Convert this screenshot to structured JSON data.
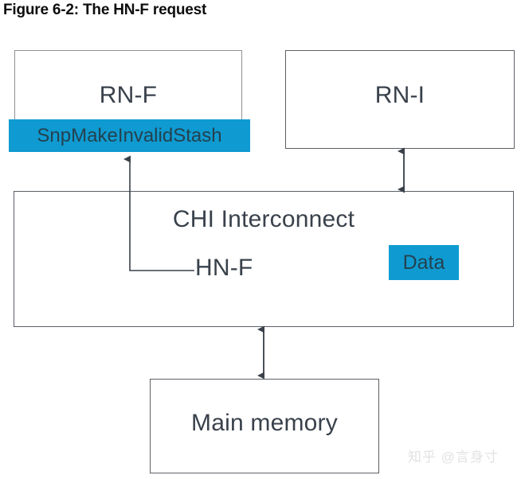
{
  "figure": {
    "title": "Figure 6-2: The HN-F request"
  },
  "nodes": {
    "rn_f": "RN-F",
    "rn_i": "RN-I",
    "chi_interconnect": "CHI Interconnect",
    "hn_f": "HN-F",
    "main_memory": "Main memory"
  },
  "highlights": {
    "snoop_message": "SnpMakeInvalidStash",
    "data_message": "Data"
  },
  "connectors": [
    {
      "name": "hn-f-to-rn-f-snoop",
      "from": "HN-F",
      "to": "SnpMakeInvalidStash",
      "style": "elbow",
      "arrowheads": "end"
    },
    {
      "name": "rn-i-to-interconnect",
      "from": "RN-I",
      "to": "CHI Interconnect",
      "style": "vertical",
      "arrowheads": "both"
    },
    {
      "name": "interconnect-to-main-memory",
      "from": "CHI Interconnect",
      "to": "Main memory",
      "style": "vertical",
      "arrowheads": "both"
    }
  ],
  "colors": {
    "highlight": "#0f9bd1",
    "highlight_text": "#24414f",
    "node_text": "#39414b",
    "box_border": "#5b6066",
    "box_border_light": "#8e9296",
    "title_text": "#0d0d0d",
    "background": "#ffffff",
    "watermark_text": "#e2e2e2"
  },
  "watermark": {
    "text": "知乎 @言身寸"
  }
}
